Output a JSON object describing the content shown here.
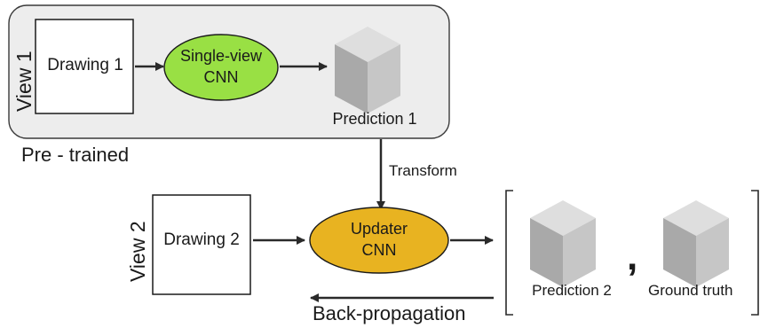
{
  "pretrained_group": {
    "label": "Pre - trained",
    "fill": "#ededed"
  },
  "view1": {
    "label": "View 1",
    "drawing_label": "Drawing 1"
  },
  "single_view_cnn": {
    "line1": "Single-view",
    "line2": "CNN",
    "fill": "#99e044"
  },
  "prediction1": {
    "label": "Prediction 1"
  },
  "transform": {
    "label": "Transform"
  },
  "view2": {
    "label": "View 2",
    "drawing_label": "Drawing 2"
  },
  "updater_cnn": {
    "line1": "Updater",
    "line2": "CNN",
    "fill": "#e8b321"
  },
  "outputs": {
    "prediction2_label": "Prediction 2",
    "separator": ",",
    "ground_truth_label": "Ground truth"
  },
  "backprop": {
    "label": "Back-propagation"
  },
  "cube_colors": {
    "top": "#dedede",
    "left": "#a9a9a9",
    "right": "#c6c6c6"
  }
}
